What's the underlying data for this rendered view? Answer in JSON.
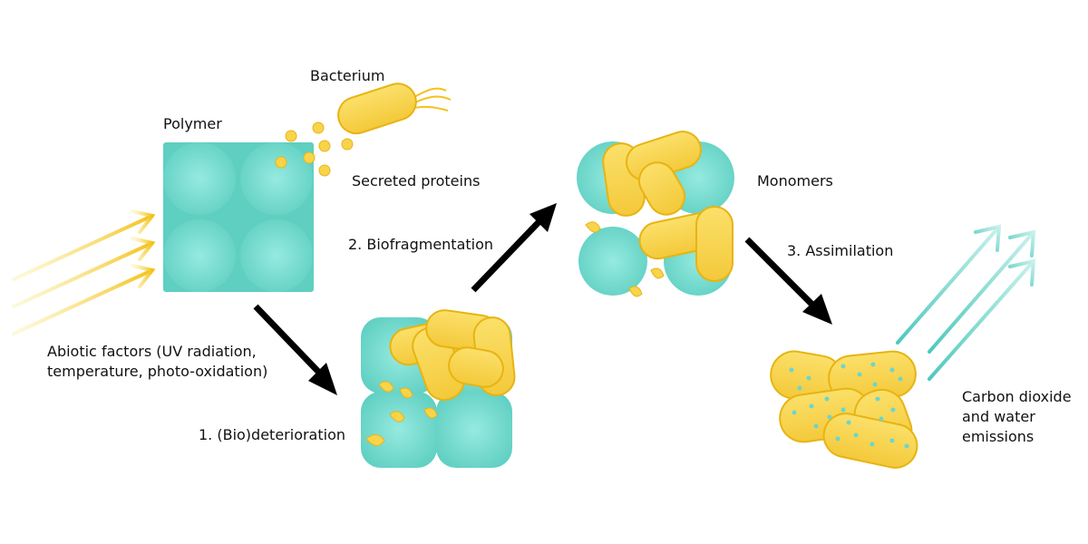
{
  "labels": {
    "bacterium": "Bacterium",
    "polymer": "Polymer",
    "secreted_proteins": "Secreted proteins",
    "biofragmentation": "2. Biofragmentation",
    "monomers": "Monomers",
    "assimilation": "3. Assimilation",
    "abiotic_line1": "Abiotic factors (UV radiation,",
    "abiotic_line2": "temperature, photo-oxidation)",
    "deterioration": "1. (Bio)deterioration",
    "emissions_line1": "Carbon dioxide",
    "emissions_line2": "and water",
    "emissions_line3": "emissions"
  },
  "colors": {
    "teal": "#6fd8cc",
    "teal_light": "#8ee6da",
    "yellow": "#f9d64f",
    "yellow_edge": "#e7b412",
    "arrow": "#000000",
    "co2_arrow": "#6ed5cb"
  }
}
